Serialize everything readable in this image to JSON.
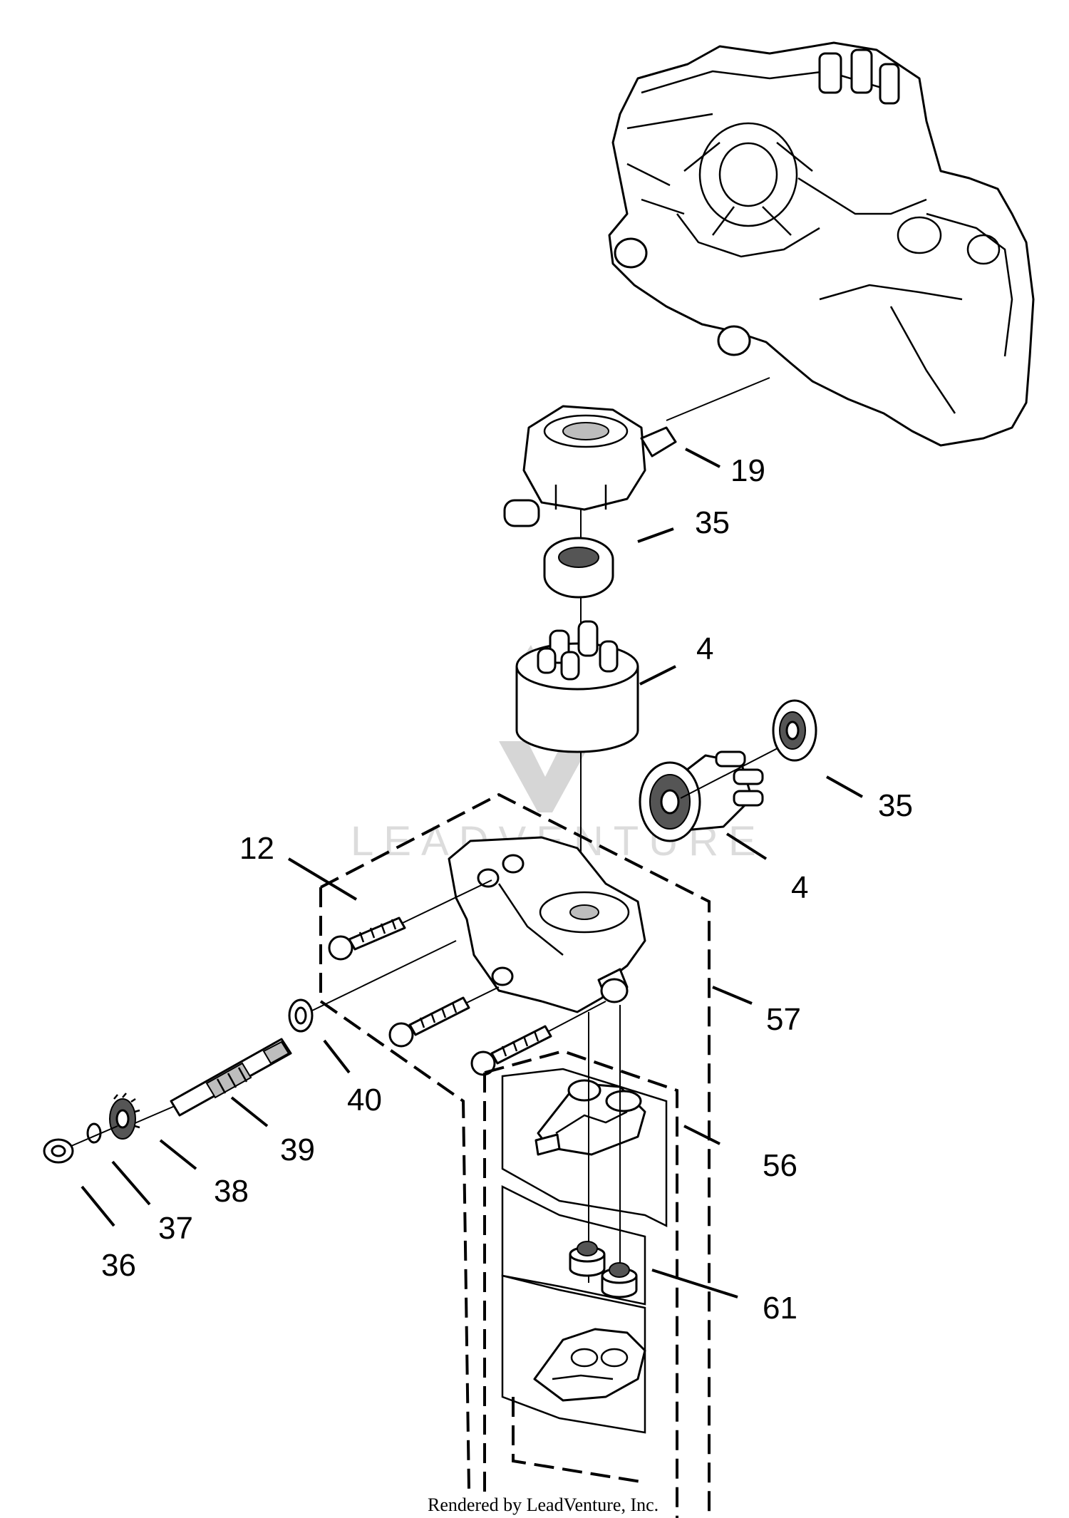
{
  "callouts": {
    "c19": "19",
    "c35a": "35",
    "c4a": "4",
    "c35b": "35",
    "c12": "12",
    "c4b": "4",
    "c57": "57",
    "c40": "40",
    "c39": "39",
    "c56": "56",
    "c38": "38",
    "c37": "37",
    "c36": "36",
    "c61": "61"
  },
  "watermark": "LEADVENTURE",
  "credit": "Rendered by LeadVenture, Inc.",
  "icons": [
    "transaxle-housing",
    "pump-block",
    "seal",
    "cylinder-block",
    "end-cap",
    "bolt",
    "washer",
    "shaft",
    "gear",
    "filter",
    "bushing",
    "cover-plate"
  ]
}
